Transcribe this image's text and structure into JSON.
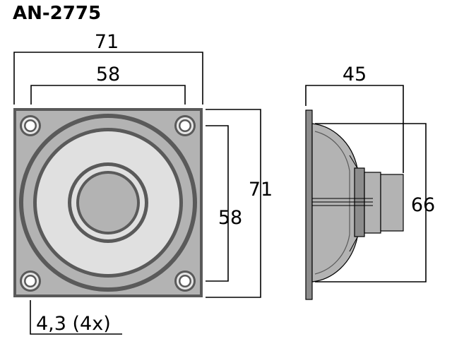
{
  "title": "AN-2775",
  "front_view": {
    "overall_width": "71",
    "hole_spacing_width": "58",
    "overall_height": "71",
    "hole_spacing_height": "58",
    "hole_diameter": "4,3 (4x)"
  },
  "side_view": {
    "depth": "45",
    "frame_diameter": "66"
  }
}
